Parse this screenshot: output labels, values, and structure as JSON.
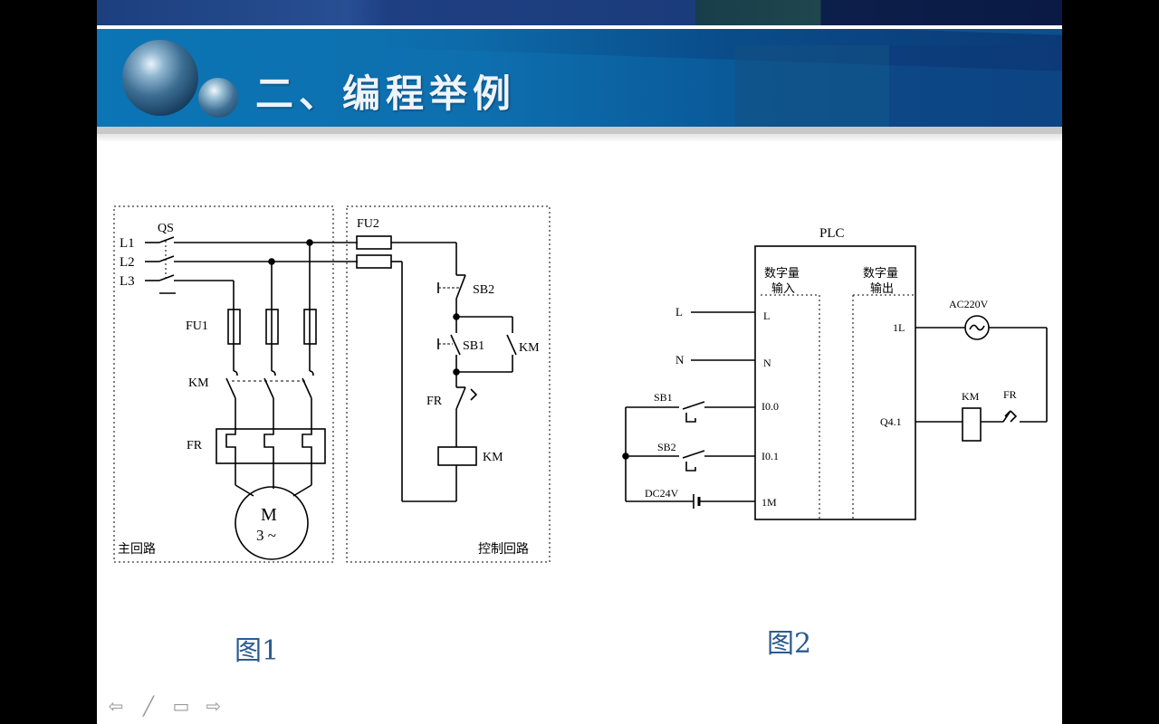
{
  "slide": {
    "title": "二、编程举例",
    "caption_left": "图1",
    "caption_right": "图2"
  },
  "fig1": {
    "phases": [
      "L1",
      "L2",
      "L3"
    ],
    "qs": "QS",
    "fu1": "FU1",
    "km_main": "KM",
    "fr_main": "FR",
    "motor_m": "M",
    "motor_phase": "3 ~",
    "main_circuit": "主回路",
    "fu2": "FU2",
    "sb2": "SB2",
    "sb1": "SB1",
    "km_aux": "KM",
    "fr_ctrl": "FR",
    "km_coil": "KM",
    "control_circuit": "控制回路"
  },
  "fig2": {
    "plc": "PLC",
    "digital_in_1": "数字量",
    "digital_in_2": "输入",
    "digital_out_1": "数字量",
    "digital_out_2": "输出",
    "L": "L",
    "N": "N",
    "sb1": "SB1",
    "sb2": "SB2",
    "dc": "DC24V",
    "ac": "AC220V",
    "km": "KM",
    "fr": "FR",
    "pin_L": "L",
    "pin_N": "N",
    "pin_i00": "I0.0",
    "pin_i01": "I0.1",
    "pin_1m": "1M",
    "pin_1l": "1L",
    "pin_q41": "Q4.1"
  },
  "nav_icons": [
    "arrow-left-icon",
    "pen-icon",
    "menu-icon",
    "arrow-right-icon"
  ],
  "colors": {
    "banner": "#0b75b5",
    "caption": "#2b5b8f"
  }
}
